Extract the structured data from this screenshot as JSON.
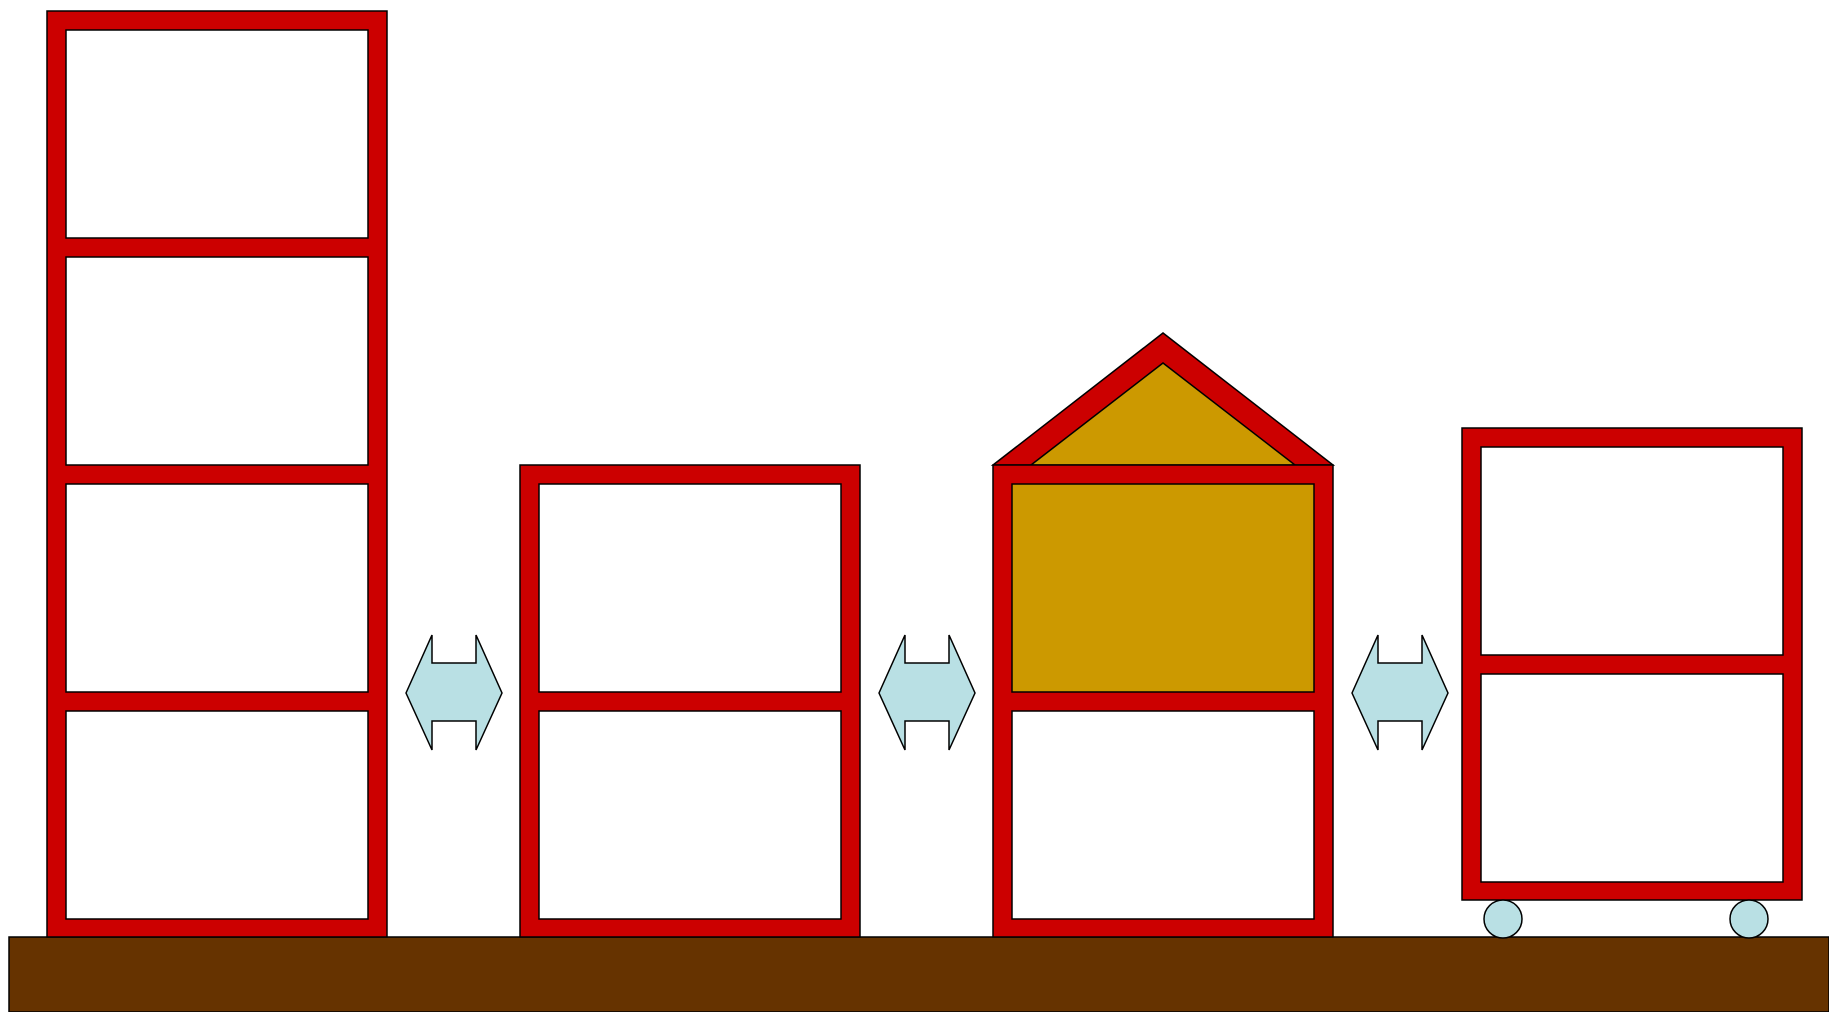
{
  "colors": {
    "frame": "#cc0000",
    "outline": "#000000",
    "room": "#ffffff",
    "attic": "#cc9900",
    "arrow": "#b9e0e4",
    "ground": "#663300",
    "wheel": "#b9e0e4"
  },
  "structures": [
    {
      "id": "tall-building",
      "floors": 4,
      "roof": "flat",
      "wheels": false
    },
    {
      "id": "two-storey-building",
      "floors": 2,
      "roof": "flat",
      "wheels": false
    },
    {
      "id": "gabled-house",
      "floors": 2,
      "roof": "gable",
      "filled_floor": "top",
      "wheels": false
    },
    {
      "id": "wheeled-building",
      "floors": 2,
      "roof": "flat",
      "wheels": true
    }
  ],
  "connectors": [
    {
      "id": "arrow-1",
      "between": [
        "tall-building",
        "two-storey-building"
      ],
      "direction": "both"
    },
    {
      "id": "arrow-2",
      "between": [
        "two-storey-building",
        "gabled-house"
      ],
      "direction": "both"
    },
    {
      "id": "arrow-3",
      "between": [
        "gabled-house",
        "wheeled-building"
      ],
      "direction": "both"
    }
  ]
}
